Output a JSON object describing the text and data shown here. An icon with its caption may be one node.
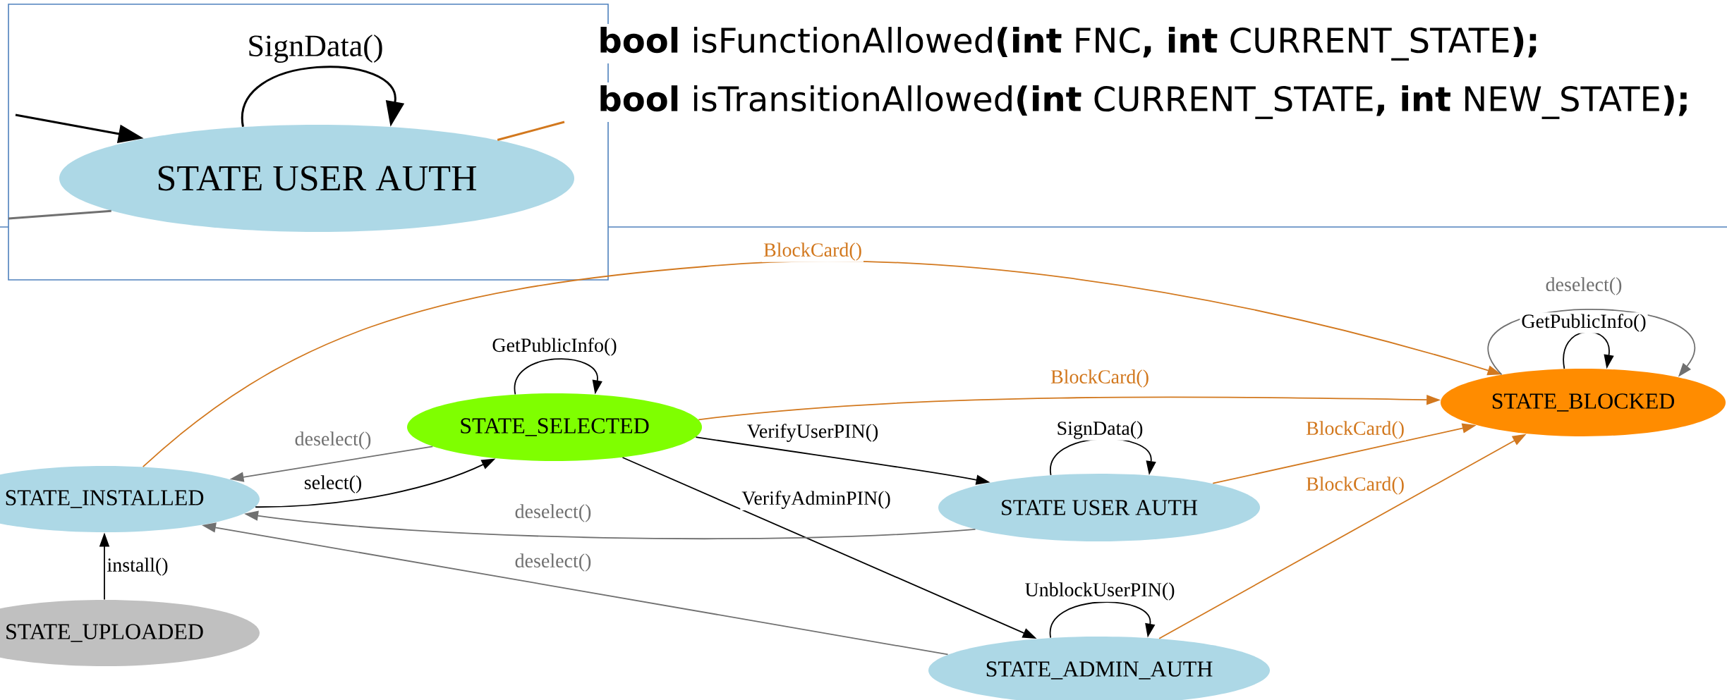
{
  "diagram": {
    "nodes": [
      {
        "text": [
          "STATE USER AUTH"
        ]
      },
      {
        "text": [
          "STATE_BLOCKED"
        ]
      },
      {
        "text": [
          "STATE_SELECTED"
        ]
      },
      {
        "text": [
          "STATE_INSTALLED"
        ]
      },
      {
        "text": [
          "STATE USER AUTH"
        ]
      },
      {
        "text": [
          "STATE_UPLOADED"
        ]
      },
      {
        "text": [
          "STATE_ADMIN_AUTH"
        ]
      }
    ],
    "edges": [
      {
        "from": 0,
        "to": 0,
        "arrow": "to",
        "label": "SignData()"
      },
      {
        "from": null,
        "to": 0,
        "arrow": "to"
      },
      {
        "from": 0,
        "to": null,
        "arrow": "none",
        "color": "#707070"
      },
      {
        "from": 0,
        "to": null,
        "arrow": "none",
        "color": "#d2781e"
      },
      {
        "from": 3,
        "to": 1,
        "arrow": "to",
        "label": "BlockCard()",
        "color": "#d2781e"
      },
      {
        "from": 1,
        "to": 1,
        "arrow": "to",
        "label": "deselect()",
        "color": "#707070"
      },
      {
        "from": 1,
        "to": 1,
        "arrow": "to",
        "label": "GetPublicInfo()"
      },
      {
        "from": 2,
        "to": 2,
        "arrow": "to",
        "label": "GetPublicInfo()"
      },
      {
        "from": 2,
        "to": 1,
        "arrow": "to",
        "label": "BlockCard()",
        "color": "#d2781e"
      },
      {
        "from": 2,
        "to": 3,
        "arrow": "to",
        "label": "deselect()",
        "color": "#707070"
      },
      {
        "from": 3,
        "to": 2,
        "arrow": "to",
        "label": "select()"
      },
      {
        "from": 2,
        "to": 4,
        "arrow": "to",
        "label": "VerifyUserPIN()"
      },
      {
        "from": 4,
        "to": 4,
        "arrow": "to",
        "label": "SignData()"
      },
      {
        "from": 4,
        "to": 1,
        "arrow": "to",
        "label": "BlockCard()",
        "color": "#d2781e"
      },
      {
        "from": 2,
        "to": 6,
        "arrow": "to",
        "label": "VerifyAdminPIN()"
      },
      {
        "from": 6,
        "to": 1,
        "arrow": "to",
        "label": "BlockCard()",
        "color": "#d2781e"
      },
      {
        "from": 4,
        "to": 3,
        "arrow": "to",
        "label": "deselect()",
        "color": "#707070"
      },
      {
        "from": 6,
        "to": 3,
        "arrow": "to",
        "label": "deselect()",
        "color": "#707070"
      },
      {
        "from": 5,
        "to": 3,
        "arrow": "to",
        "label": "install()"
      },
      {
        "from": 6,
        "to": 6,
        "arrow": "to",
        "label": "UnblockUserPIN()"
      }
    ],
    "labels": [
      "**bool** isFunctionAllowed**(int** FNC**, int** CURRENT_STATE**);**",
      "**bool** isTransitionAllowed**(int** CURRENT_STATE**, int** NEW_STATE**);**"
    ]
  }
}
